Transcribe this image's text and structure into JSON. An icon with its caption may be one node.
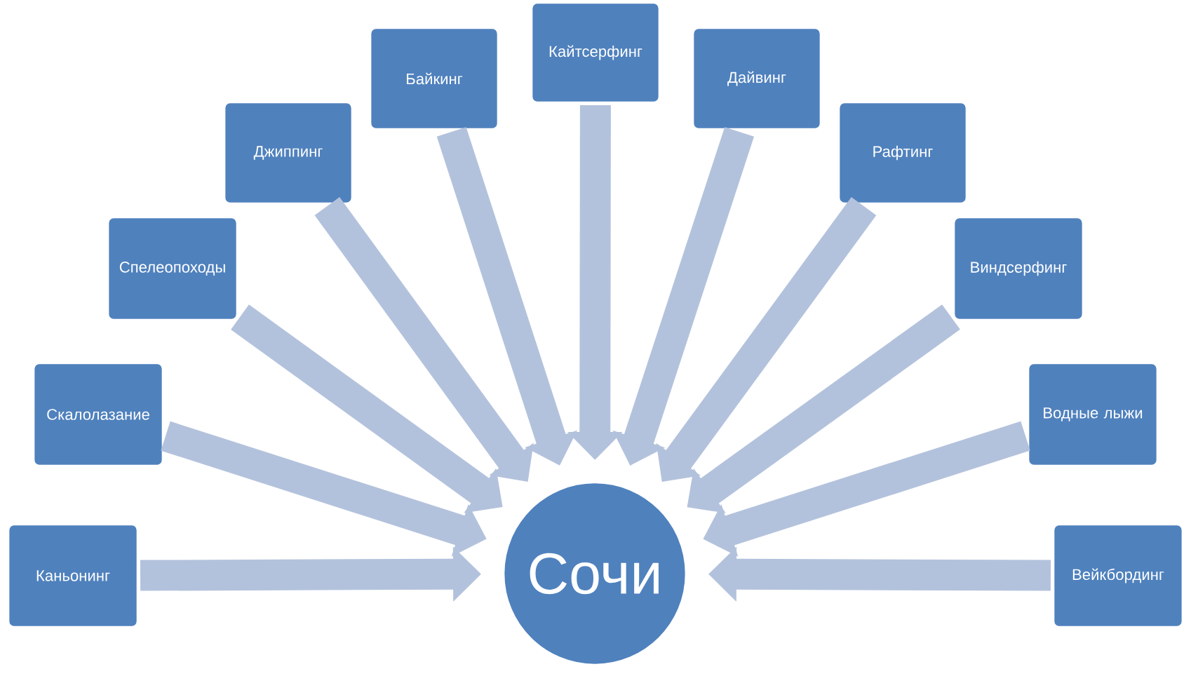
{
  "diagram": {
    "nodes": [
      {
        "text": [
          "Каньонинг"
        ]
      },
      {
        "text": [
          "Скалолазание"
        ]
      },
      {
        "text": [
          "Спелеопоходы"
        ]
      },
      {
        "text": [
          "Джиппинг"
        ]
      },
      {
        "text": [
          "Байкинг"
        ]
      },
      {
        "text": [
          "Кайтсерфинг"
        ]
      },
      {
        "text": [
          "Дайвинг"
        ]
      },
      {
        "text": [
          "Рафтинг"
        ]
      },
      {
        "text": [
          "Виндсерфинг"
        ]
      },
      {
        "text": [
          "Водные лыжи"
        ]
      },
      {
        "text": [
          "Вейкбординг"
        ]
      },
      {
        "text": [
          "Сочи"
        ]
      }
    ],
    "edges": [
      {
        "from": 0,
        "to": 11,
        "arrow": "to"
      },
      {
        "from": 1,
        "to": 11,
        "arrow": "to"
      },
      {
        "from": 2,
        "to": 11,
        "arrow": "to"
      },
      {
        "from": 3,
        "to": 11,
        "arrow": "to"
      },
      {
        "from": 4,
        "to": 11,
        "arrow": "to"
      },
      {
        "from": 5,
        "to": 11,
        "arrow": "to"
      },
      {
        "from": 6,
        "to": 11,
        "arrow": "to"
      },
      {
        "from": 7,
        "to": 11,
        "arrow": "to"
      },
      {
        "from": 8,
        "to": 11,
        "arrow": "to"
      },
      {
        "from": 9,
        "to": 11,
        "arrow": "to"
      },
      {
        "from": 10,
        "to": 11,
        "arrow": "to"
      }
    ]
  }
}
